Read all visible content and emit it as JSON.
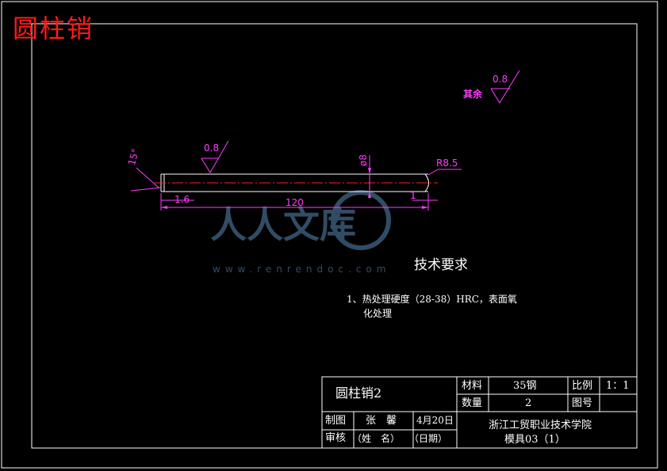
{
  "header": {
    "title": "圆柱销"
  },
  "drawing": {
    "other_surface_label": "其余",
    "roughness_other": "0.8",
    "roughness_face": "0.8",
    "angle_label": "15°",
    "diameter_label": "ø8",
    "radius_label": "R8.5",
    "chamfer_left": "1.6",
    "length_label": "120",
    "chamfer_right": "1"
  },
  "watermark": {
    "text": "人人文库",
    "url": "www.renrendoc.com"
  },
  "tech_requirements": {
    "heading": "技术要求",
    "item1_line1": "1、热处理硬度（28-38）HRC，表面氧",
    "item1_line2": "化处理"
  },
  "title_block": {
    "part_name": "圆柱销2",
    "material_label": "材料",
    "material_value": "35钢",
    "scale_label": "比例",
    "scale_value": "1：1",
    "quantity_label": "数量",
    "quantity_value": "2",
    "drawing_no_label": "图号",
    "drawn_label": "制图",
    "drawn_name": "张　馨",
    "drawn_date": "4月20日",
    "check_label": "审核",
    "name_placeholder": "（姓　名）",
    "date_placeholder": "（日期）",
    "school": "浙江工贸职业技术学院",
    "class": "模具03（1）"
  },
  "colors": {
    "background": "#000000",
    "frame": "#ffffff",
    "dimension": "#ff3cff",
    "title": "#ff1a1a",
    "centerline": "#ff2020"
  }
}
